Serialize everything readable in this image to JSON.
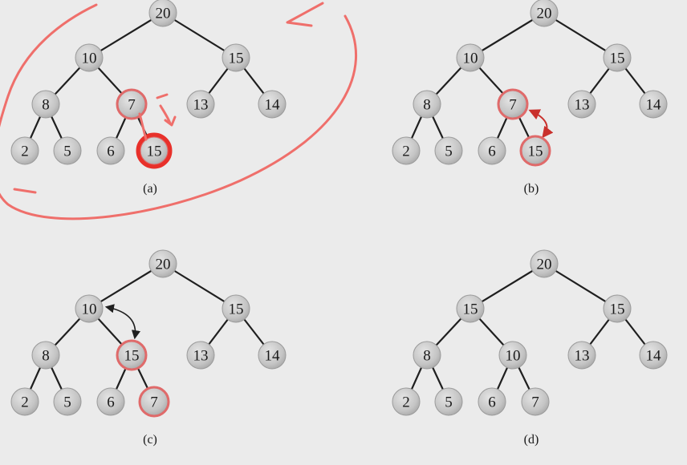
{
  "panels": [
    {
      "caption": "(a)",
      "nodes": [
        {
          "id": "n20",
          "label": "20"
        },
        {
          "id": "n10",
          "label": "10"
        },
        {
          "id": "n15",
          "label": "15"
        },
        {
          "id": "n8",
          "label": "8"
        },
        {
          "id": "n7",
          "label": "7"
        },
        {
          "id": "n13",
          "label": "13"
        },
        {
          "id": "n14",
          "label": "14"
        },
        {
          "id": "n2",
          "label": "2"
        },
        {
          "id": "n5",
          "label": "5"
        },
        {
          "id": "n6",
          "label": "6"
        },
        {
          "id": "n15b",
          "label": "15"
        }
      ],
      "edges": [
        [
          "n20",
          "n10"
        ],
        [
          "n20",
          "n15"
        ],
        [
          "n10",
          "n8"
        ],
        [
          "n10",
          "n7"
        ],
        [
          "n15",
          "n13"
        ],
        [
          "n15",
          "n14"
        ],
        [
          "n8",
          "n2"
        ],
        [
          "n8",
          "n5"
        ],
        [
          "n7",
          "n6"
        ],
        [
          "n7",
          "n15b"
        ]
      ],
      "highlighted": [
        "n7",
        "n15b"
      ]
    },
    {
      "caption": "(b)",
      "nodes": [
        {
          "id": "n20",
          "label": "20"
        },
        {
          "id": "n10",
          "label": "10"
        },
        {
          "id": "n15",
          "label": "15"
        },
        {
          "id": "n8",
          "label": "8"
        },
        {
          "id": "n7",
          "label": "7"
        },
        {
          "id": "n13",
          "label": "13"
        },
        {
          "id": "n14",
          "label": "14"
        },
        {
          "id": "n2",
          "label": "2"
        },
        {
          "id": "n5",
          "label": "5"
        },
        {
          "id": "n6",
          "label": "6"
        },
        {
          "id": "n15b",
          "label": "15"
        }
      ],
      "edges": [
        [
          "n20",
          "n10"
        ],
        [
          "n20",
          "n15"
        ],
        [
          "n10",
          "n8"
        ],
        [
          "n10",
          "n7"
        ],
        [
          "n15",
          "n13"
        ],
        [
          "n15",
          "n14"
        ],
        [
          "n8",
          "n2"
        ],
        [
          "n8",
          "n5"
        ],
        [
          "n7",
          "n6"
        ],
        [
          "n7",
          "n15b"
        ]
      ],
      "highlighted": [
        "n7",
        "n15b"
      ],
      "swap": [
        "n7",
        "n15b"
      ]
    },
    {
      "caption": "(c)",
      "nodes": [
        {
          "id": "n20",
          "label": "20"
        },
        {
          "id": "n10",
          "label": "10"
        },
        {
          "id": "n15",
          "label": "15"
        },
        {
          "id": "n8",
          "label": "8"
        },
        {
          "id": "n15c",
          "label": "15"
        },
        {
          "id": "n13",
          "label": "13"
        },
        {
          "id": "n14",
          "label": "14"
        },
        {
          "id": "n2",
          "label": "2"
        },
        {
          "id": "n5",
          "label": "5"
        },
        {
          "id": "n6",
          "label": "6"
        },
        {
          "id": "n7",
          "label": "7"
        }
      ],
      "edges": [
        [
          "n20",
          "n10"
        ],
        [
          "n20",
          "n15"
        ],
        [
          "n10",
          "n8"
        ],
        [
          "n10",
          "n15c"
        ],
        [
          "n15",
          "n13"
        ],
        [
          "n15",
          "n14"
        ],
        [
          "n8",
          "n2"
        ],
        [
          "n8",
          "n5"
        ],
        [
          "n15c",
          "n6"
        ],
        [
          "n15c",
          "n7"
        ]
      ],
      "highlighted": [
        "n15c",
        "n7"
      ],
      "swap": [
        "n10",
        "n15c"
      ]
    },
    {
      "caption": "(d)",
      "nodes": [
        {
          "id": "n20",
          "label": "20"
        },
        {
          "id": "n15a",
          "label": "15"
        },
        {
          "id": "n15",
          "label": "15"
        },
        {
          "id": "n8",
          "label": "8"
        },
        {
          "id": "n10",
          "label": "10"
        },
        {
          "id": "n13",
          "label": "13"
        },
        {
          "id": "n14",
          "label": "14"
        },
        {
          "id": "n2",
          "label": "2"
        },
        {
          "id": "n5",
          "label": "5"
        },
        {
          "id": "n6",
          "label": "6"
        },
        {
          "id": "n7",
          "label": "7"
        }
      ],
      "edges": [
        [
          "n20",
          "n15a"
        ],
        [
          "n20",
          "n15"
        ],
        [
          "n15a",
          "n8"
        ],
        [
          "n15a",
          "n10"
        ],
        [
          "n15",
          "n13"
        ],
        [
          "n15",
          "n14"
        ],
        [
          "n8",
          "n2"
        ],
        [
          "n8",
          "n5"
        ],
        [
          "n10",
          "n6"
        ],
        [
          "n10",
          "n7"
        ]
      ],
      "highlighted": []
    }
  ],
  "colors": {
    "node_fill": "#c9c9c9",
    "node_stroke": "#9a9a9a",
    "edge": "#1f1f1f",
    "highlight": "#e06a6a",
    "ink": "#ef6f6b"
  }
}
